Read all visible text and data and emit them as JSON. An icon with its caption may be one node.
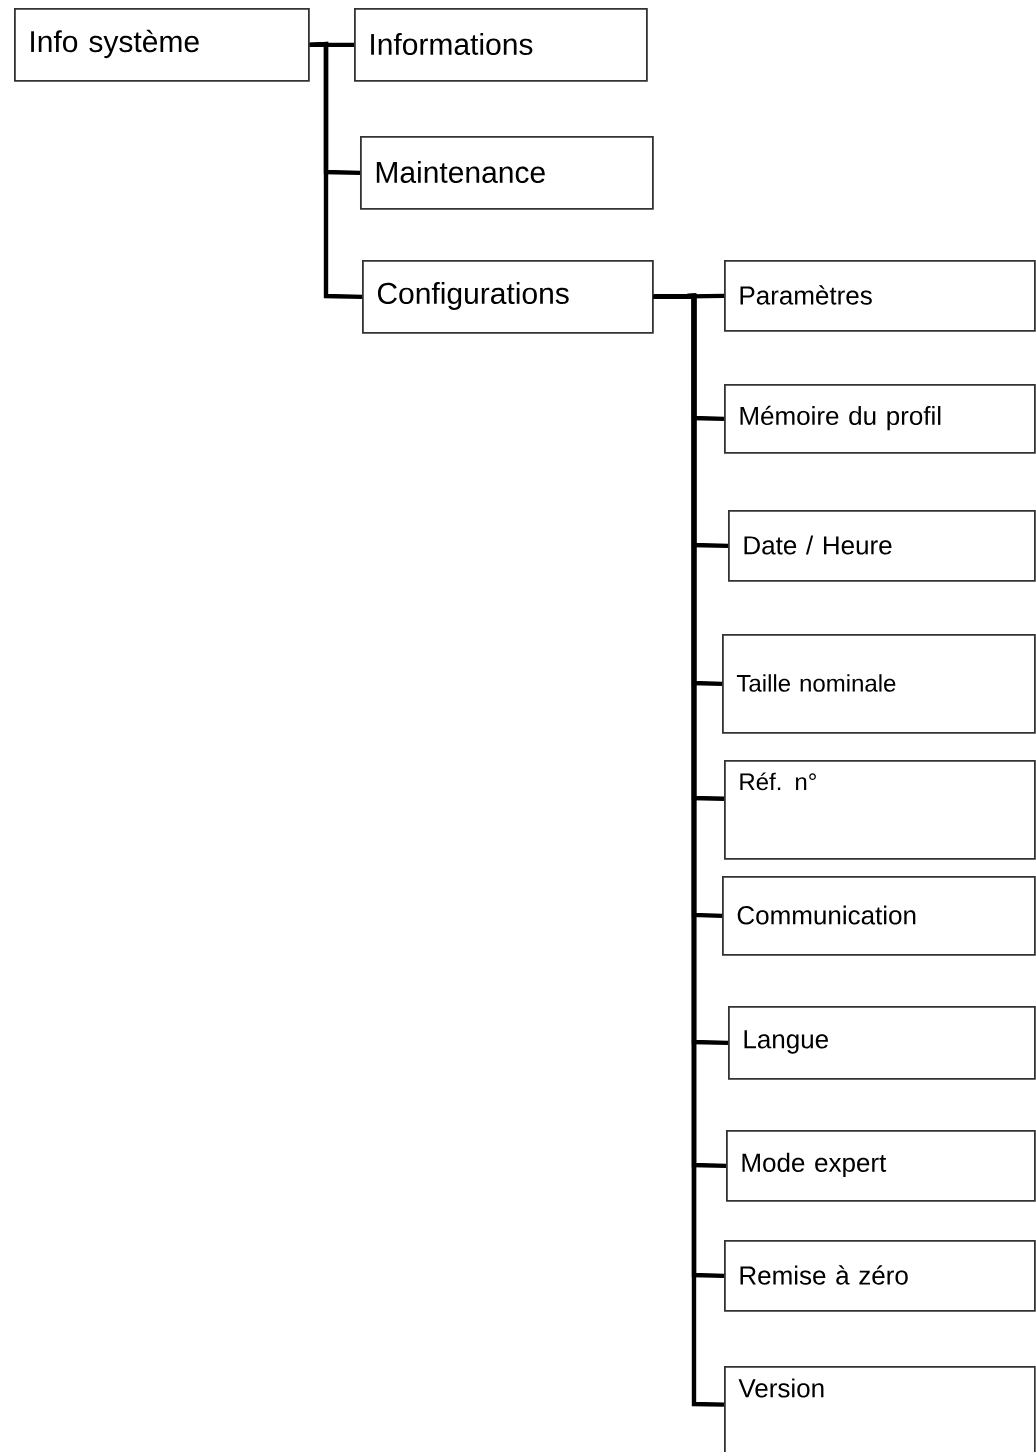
{
  "diagram": {
    "nodes": [
      {
        "text": [
          "Info système"
        ]
      },
      {
        "text": [
          "Informations"
        ]
      },
      {
        "text": [
          "Maintenance"
        ]
      },
      {
        "text": [
          "Configurations"
        ]
      },
      {
        "text": [
          "Paramètres"
        ]
      },
      {
        "text": [
          "Mémoire du profil"
        ]
      },
      {
        "text": [
          "Date / Heure"
        ]
      },
      {
        "text": [
          "Taille nominale"
        ]
      },
      {
        "text": [
          "Réf. n°"
        ]
      },
      {
        "text": [
          "Communication"
        ]
      },
      {
        "text": [
          "Langue"
        ]
      },
      {
        "text": [
          "Mode expert"
        ]
      },
      {
        "text": [
          "Remise à zéro"
        ]
      },
      {
        "text": [
          "Version"
        ]
      }
    ],
    "edges": [
      {
        "from": 0,
        "to": 1,
        "arrow": "none"
      },
      {
        "from": 0,
        "to": 2,
        "arrow": "none"
      },
      {
        "from": 0,
        "to": 3,
        "arrow": "none"
      },
      {
        "from": 3,
        "to": 4,
        "arrow": "none"
      },
      {
        "from": 3,
        "to": 5,
        "arrow": "none"
      },
      {
        "from": 3,
        "to": 6,
        "arrow": "none"
      },
      {
        "from": 3,
        "to": 7,
        "arrow": "none"
      },
      {
        "from": 3,
        "to": 8,
        "arrow": "none"
      },
      {
        "from": 3,
        "to": 9,
        "arrow": "none"
      },
      {
        "from": 3,
        "to": 10,
        "arrow": "none"
      },
      {
        "from": 3,
        "to": 11,
        "arrow": "none"
      },
      {
        "from": 3,
        "to": 12,
        "arrow": "none"
      },
      {
        "from": 3,
        "to": 13,
        "arrow": "none"
      }
    ]
  }
}
